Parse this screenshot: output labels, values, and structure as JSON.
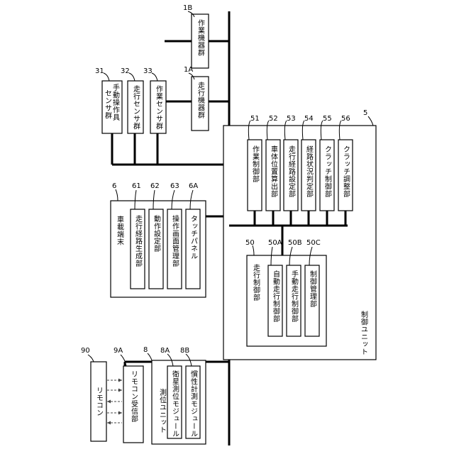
{
  "units": {
    "working_1b": {
      "ref": "1B",
      "label": "作業機器群"
    },
    "travel_1a": {
      "ref": "1A",
      "label": "走行機器群"
    },
    "manual_31": {
      "ref": "31",
      "label": "手動操作具",
      "label2": "センサ群"
    },
    "travel_32": {
      "ref": "32",
      "label": "走行センサ群"
    },
    "work_33": {
      "ref": "33",
      "label": "作業センサ群"
    },
    "control_5": {
      "ref": "5",
      "label": "制御ユニット",
      "subs": [
        {
          "ref": "51",
          "label": "作業制御部"
        },
        {
          "ref": "52",
          "label": "車体位置算出部"
        },
        {
          "ref": "53",
          "label": "走行経路設定部"
        },
        {
          "ref": "54",
          "label": "経路状況判定部"
        },
        {
          "ref": "55",
          "label": "クラッチ制御部"
        },
        {
          "ref": "56",
          "label": "クラッチ調整部"
        }
      ],
      "travel_50": {
        "ref": "50",
        "label": "走行制御部",
        "subs": [
          {
            "ref": "50A",
            "label": "自動走行制御部"
          },
          {
            "ref": "50B",
            "label": "手動走行制御部"
          },
          {
            "ref": "50C",
            "label": "制御管理部"
          }
        ]
      }
    },
    "terminal_6": {
      "ref": "6",
      "label": "車載端末",
      "subs": [
        {
          "ref": "61",
          "label": "走行経路生成部"
        },
        {
          "ref": "62",
          "label": "動作設定部"
        },
        {
          "ref": "63",
          "label": "操作画面管理部"
        },
        {
          "ref": "6A",
          "label": "タッチパネル"
        }
      ]
    },
    "positioning_8": {
      "ref": "8",
      "label": "測位ユニット",
      "subs": [
        {
          "ref": "8A",
          "label": "衛星測位モジュール"
        },
        {
          "ref": "8B",
          "label": "慣性計測モジュール"
        }
      ]
    },
    "receiver_9a": {
      "ref": "9A",
      "label": "リモコン受信部"
    },
    "remote_90": {
      "ref": "90",
      "label": "リモコン"
    }
  }
}
